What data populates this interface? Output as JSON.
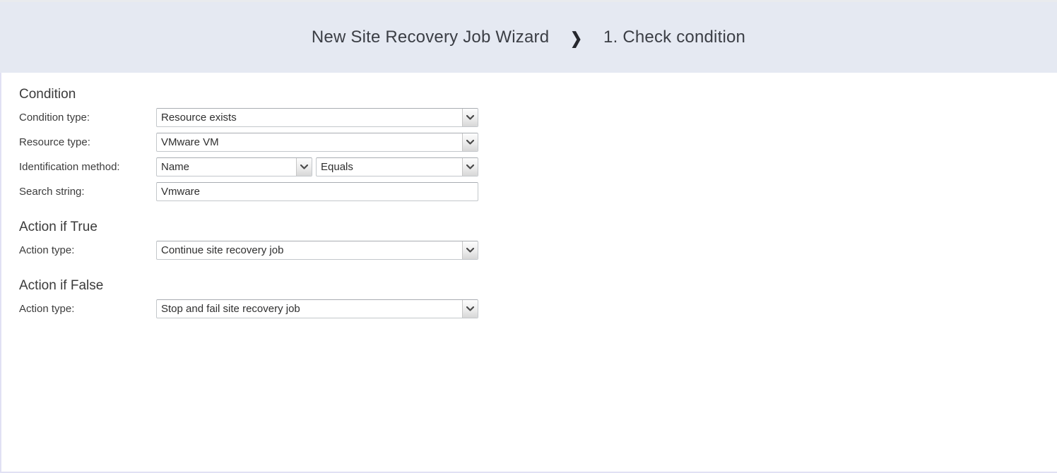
{
  "header": {
    "wizard_title": "New Site Recovery Job Wizard",
    "separator": "❯",
    "step_title": "1. Check condition"
  },
  "icons": {
    "dropdown_chevron": "chevron-down"
  },
  "colors": {
    "header_bg": "#e5e9f2",
    "page_border": "#e1e1f4",
    "field_border": "#c3c7cb",
    "text": "#3a3a3a"
  },
  "form": {
    "condition": {
      "heading": "Condition",
      "condition_type": {
        "label": "Condition type:",
        "value": "Resource exists"
      },
      "resource_type": {
        "label": "Resource type:",
        "value": "VMware VM"
      },
      "identification_method": {
        "label": "Identification method:",
        "value": "Name",
        "operator_value": "Equals"
      },
      "search_string": {
        "label": "Search string:",
        "value": "Vmware"
      }
    },
    "action_if_true": {
      "heading": "Action if True",
      "action_type": {
        "label": "Action type:",
        "value": "Continue site recovery job"
      }
    },
    "action_if_false": {
      "heading": "Action if False",
      "action_type": {
        "label": "Action type:",
        "value": "Stop and fail site recovery job"
      }
    }
  }
}
